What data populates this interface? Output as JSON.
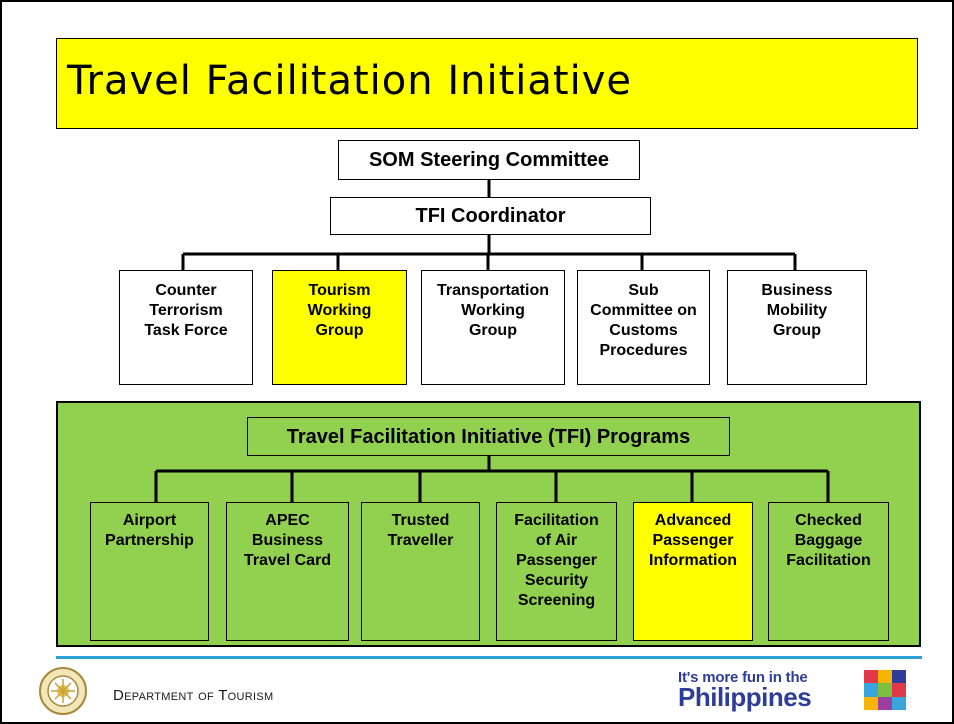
{
  "title": "Travel Facilitation Initiative",
  "steering": "SOM Steering Committee",
  "coordinator": "TFI Coordinator",
  "groups": [
    {
      "label": "Counter\nTerrorism\nTask Force",
      "highlight": false
    },
    {
      "label": "Tourism\nWorking\nGroup",
      "highlight": true
    },
    {
      "label": "Transportation\nWorking\nGroup",
      "highlight": false
    },
    {
      "label": "Sub\nCommittee on\nCustoms\nProcedures",
      "highlight": false
    },
    {
      "label": "Business\nMobility\nGroup",
      "highlight": false
    }
  ],
  "programs_title": "Travel Facilitation Initiative (TFI) Programs",
  "programs": [
    {
      "label": "Airport\nPartnership",
      "highlight": false
    },
    {
      "label": "APEC\nBusiness\nTravel Card",
      "highlight": false
    },
    {
      "label": "Trusted\nTraveller",
      "highlight": false
    },
    {
      "label": "Facilitation\nof Air\nPassenger\nSecurity\nScreening",
      "highlight": false
    },
    {
      "label": "Advanced\nPassenger\nInformation",
      "highlight": true
    },
    {
      "label": "Checked\nBaggage\nFacilitation",
      "highlight": false
    }
  ],
  "footer": {
    "department": "Department of Tourism",
    "logo_line1": "It's more fun in the",
    "logo_line2": "Philippines"
  },
  "colors": {
    "highlight": "#ffff00",
    "panel": "#92d050",
    "rule": "#2e9fd8"
  }
}
